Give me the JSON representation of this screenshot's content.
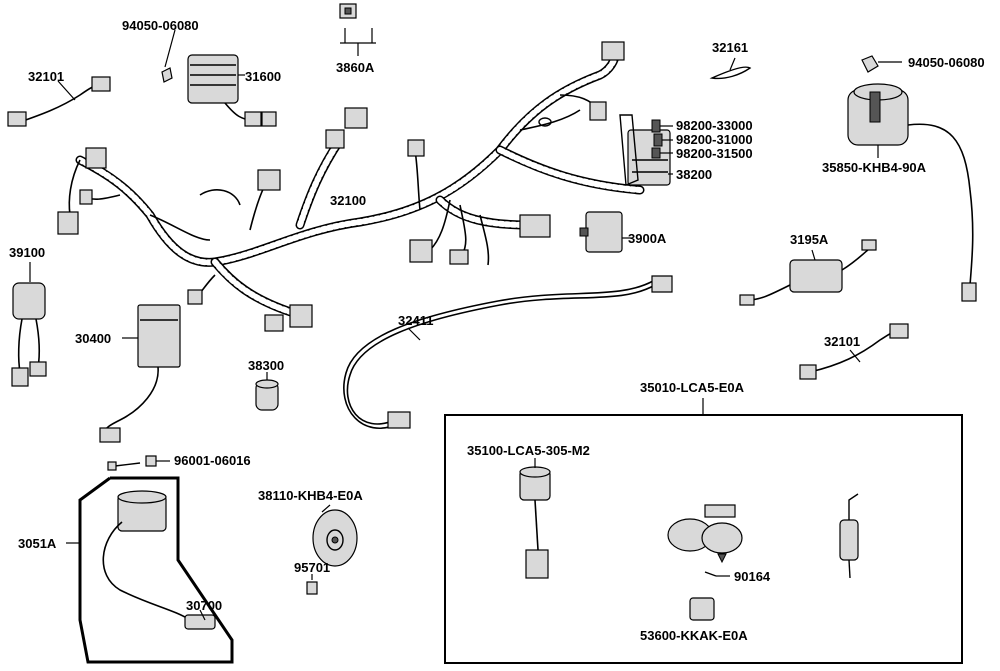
{
  "labels": {
    "p94050_top": "94050-06080",
    "p31600": "31600",
    "p32101_left": "32101",
    "p3860A": "3860A",
    "p32161": "32161",
    "p94050_right": "94050-06080",
    "p98200_33000": "98200-33000",
    "p98200_31000": "98200-31000",
    "p98200_31500": "98200-31500",
    "p35850": "35850-KHB4-90A",
    "p38200": "38200",
    "p32100": "32100",
    "p39100": "39100",
    "p3900A": "3900A",
    "p3195A": "3195A",
    "p30400": "30400",
    "p32411": "32411",
    "p32101_right": "32101",
    "p38300": "38300",
    "p35010": "35010-LCA5-E0A",
    "p96001": "96001-06016",
    "p35100": "35100-LCA5-305-M2",
    "p38110": "38110-KHB4-E0A",
    "p3051A": "3051A",
    "p95701": "95701",
    "p90164": "90164",
    "p30700": "30700",
    "p53600": "53600-KKAK-E0A"
  }
}
